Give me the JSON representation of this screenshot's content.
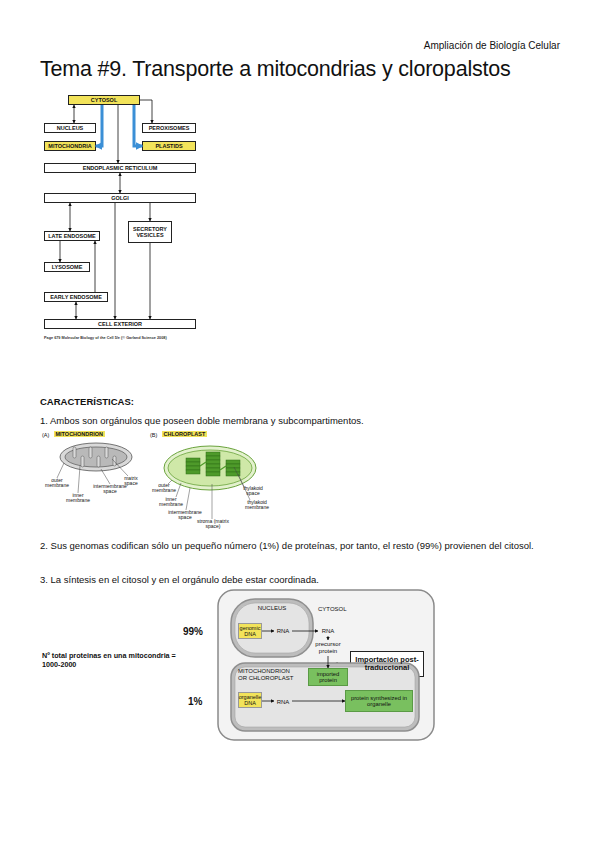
{
  "diagram": {
    "title": "Tema #9. Transporte a mitocondrias y cloropalstos",
    "caption": "Page 679 Molecular Biology of the Cell 5/e (© Garland Science 2008)",
    "nodes": [
      {
        "text": [
          "CYTOSOL"
        ]
      },
      {
        "text": [
          "NUCLEUS"
        ]
      },
      {
        "text": [
          "PEROXISOMES"
        ]
      },
      {
        "text": [
          "MITOCHONDRIA"
        ]
      },
      {
        "text": [
          "PLASTIDS"
        ]
      },
      {
        "text": [
          "ENDOPLASMIC RETICULUM"
        ]
      },
      {
        "text": [
          "GOLGI"
        ]
      },
      {
        "text": [
          "LATE ENDOSOME"
        ]
      },
      {
        "text": [
          "SECRETORY VESICLES"
        ]
      },
      {
        "text": [
          "LYSOSOME"
        ]
      },
      {
        "text": [
          "EARLY ENDOSOME"
        ]
      },
      {
        "text": [
          "CELL EXTERIOR"
        ]
      },
      {
        "text": [
          "NUCLEUS"
        ]
      },
      {
        "text": [
          "genomic DNA"
        ],
        "in": 12
      },
      {
        "text": [
          "RNA"
        ],
        "in": 12
      },
      {
        "text": [
          "RNA"
        ]
      },
      {
        "text": [
          "precursor protein"
        ]
      },
      {
        "text": [
          "Importación post-traduccional"
        ]
      },
      {
        "text": [
          "MITOCHONDRION OR CHLOROPLAST"
        ]
      },
      {
        "text": [
          "imported protein"
        ],
        "in": 18
      },
      {
        "text": [
          "organelle DNA"
        ],
        "in": 18
      },
      {
        "text": [
          "RNA"
        ],
        "in": 18
      },
      {
        "text": [
          "protein synthesized in organelle"
        ],
        "in": 18
      }
    ],
    "edges": [
      {
        "from": 0,
        "to": 1,
        "arrow": "both"
      },
      {
        "from": 0,
        "to": 2,
        "arrow": "to"
      },
      {
        "from": 0,
        "to": 3,
        "arrow": "to"
      },
      {
        "from": 0,
        "to": 4,
        "arrow": "to"
      },
      {
        "from": 0,
        "to": 5,
        "arrow": "to"
      },
      {
        "from": 5,
        "to": 6,
        "arrow": "both"
      },
      {
        "from": 6,
        "to": 7,
        "arrow": "both"
      },
      {
        "from": 6,
        "to": 8,
        "arrow": "to"
      },
      {
        "from": 8,
        "to": 11,
        "arrow": "to"
      },
      {
        "from": 7,
        "to": 9,
        "arrow": "to"
      },
      {
        "from": 10,
        "to": 7,
        "arrow": "to"
      },
      {
        "from": 11,
        "to": 10,
        "arrow": "both"
      },
      {
        "from": 6,
        "to": 11,
        "arrow": "to"
      },
      {
        "from": 13,
        "to": 14,
        "arrow": "to"
      },
      {
        "from": 14,
        "to": 15,
        "arrow": "to"
      },
      {
        "from": 15,
        "to": 16,
        "arrow": "to"
      },
      {
        "from": 16,
        "to": 19,
        "arrow": "to"
      },
      {
        "from": 20,
        "to": 21,
        "arrow": "to"
      },
      {
        "from": 21,
        "to": 22,
        "arrow": "to"
      }
    ],
    "labels": [
      "Ampliación de Biología Celular",
      "CARACTERÍSTICAS:",
      "1. Ambos son orgánulos que poseen doble membrana y subcompartimentos.",
      "(A)",
      "MITOCHONDRION",
      "(B)",
      "CHLOROPLAST",
      "outer membrane",
      "matrix space",
      "intermembrane space",
      "inner membrane",
      "outer membrane",
      "thylakoid space",
      "inner membrane",
      "thylakoid membrane",
      "intermembrane space",
      "stroma (matrix space)",
      "2. Sus genomas codifican sólo un pequeño número (1%) de proteínas, por tanto, el resto (99%) provienen del citosol.",
      "3. La síntesis en el citosol y en el orgánulo debe estar coordinada.",
      "99%",
      "CYTOSOL",
      "Nº total proteinas en una mitocondria = 1000-2000",
      "1%"
    ]
  }
}
